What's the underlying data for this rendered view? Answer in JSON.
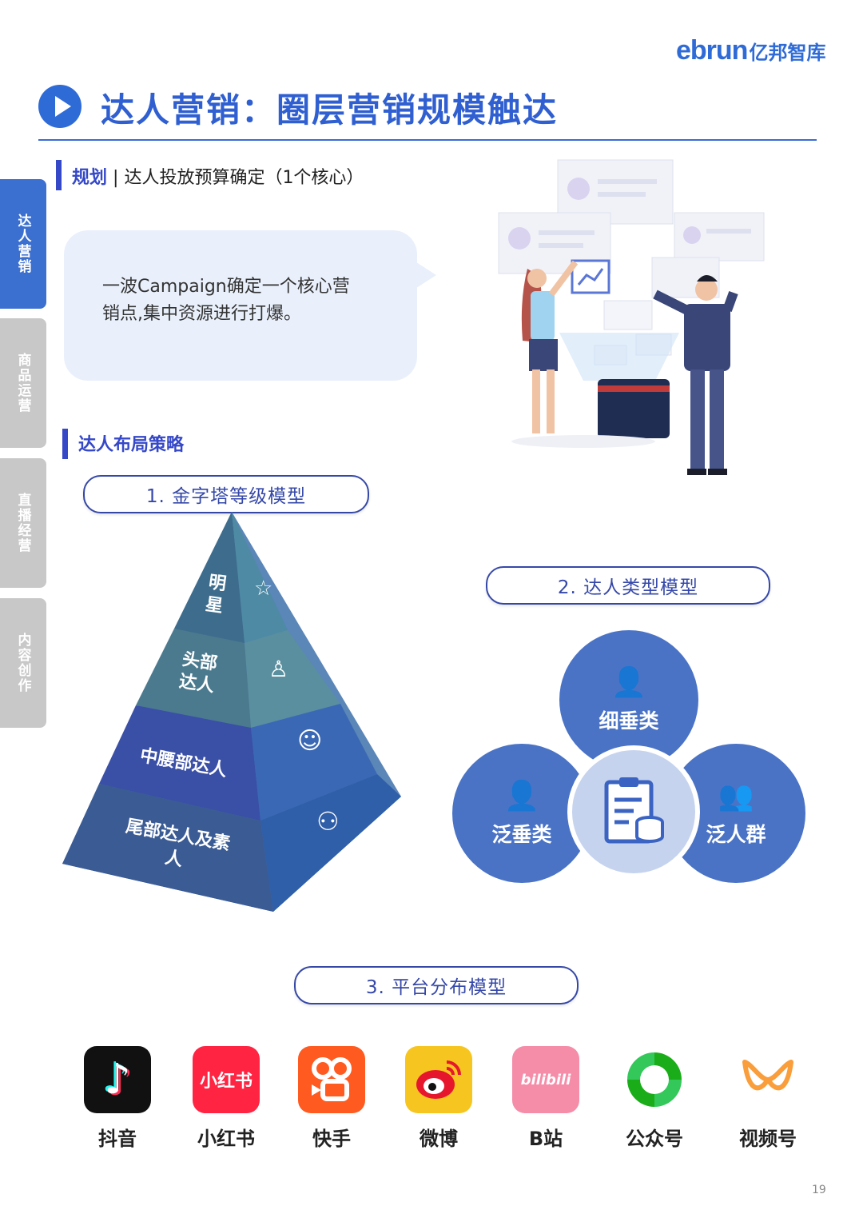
{
  "brand": {
    "latin": "ebrun",
    "cn": "亿邦智库"
  },
  "title": "达人营销：圈层营销规模触达",
  "side_tabs": [
    {
      "label": "达人营销",
      "active": true
    },
    {
      "label": "商品运营",
      "active": false
    },
    {
      "label": "直播经营",
      "active": false
    },
    {
      "label": "内容创作",
      "active": false
    }
  ],
  "section1": {
    "highlight": "规划",
    "sep": "|",
    "text": "达人投放预算确定（1个核心）"
  },
  "bubble": {
    "text": "一波Campaign确定一个核心营销点,集中资源进行打爆。"
  },
  "section2": {
    "label": "达人布局策略"
  },
  "pyramid": {
    "pill": "1. 金字塔等级模型",
    "levels": [
      "明星",
      "头部达人",
      "中腰部达人",
      "尾部达人及素人"
    ]
  },
  "type_model": {
    "pill": "2. 达人类型模型",
    "circles": [
      "细垂类",
      "泛垂类",
      "泛人群"
    ]
  },
  "platform_model": {
    "pill": "3.  平台分布模型",
    "platforms": [
      {
        "name": "抖音",
        "icon": "douyin-icon",
        "icon_text": "♪",
        "color": "#111111"
      },
      {
        "name": "小红书",
        "icon": "xiaohongshu-icon",
        "icon_text": "小红书",
        "color": "#ff2442"
      },
      {
        "name": "快手",
        "icon": "kuaishou-icon",
        "icon_text": "▶",
        "color": "#ff5a1f"
      },
      {
        "name": "微博",
        "icon": "weibo-icon",
        "icon_text": "◉",
        "color": "#f5c518"
      },
      {
        "name": "B站",
        "icon": "bilibili-icon",
        "icon_text": "bilibili",
        "color": "#f58ca8"
      },
      {
        "name": "公众号",
        "icon": "wechat-official-icon",
        "icon_text": "",
        "color": "#ffffff"
      },
      {
        "name": "视频号",
        "icon": "channels-icon",
        "icon_text": "",
        "color": "#ffffff"
      }
    ]
  },
  "page_number": "19"
}
